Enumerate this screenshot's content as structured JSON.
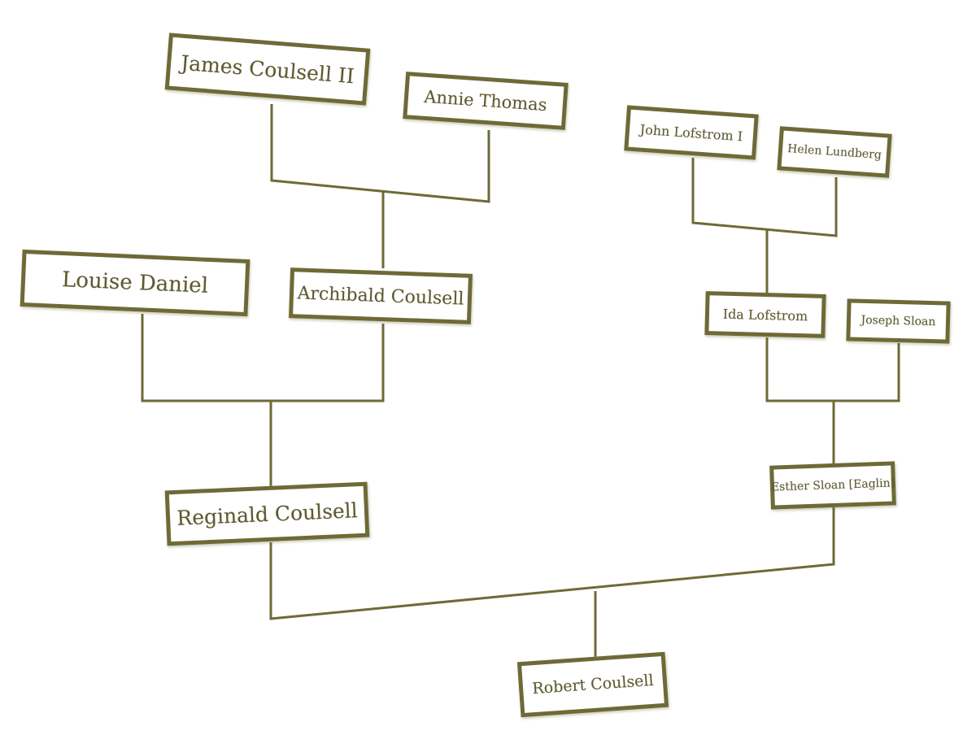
{
  "people": {
    "james_coulsell_ii": "James Coulsell II",
    "annie_thomas": "Annie Thomas",
    "john_lofstrom_i": "John Lofstrom I",
    "helen_lundberg": "Helen Lundberg",
    "louise_daniel": "Louise Daniel",
    "archibald_coulsell": "Archibald Coulsell",
    "ida_lofstrom": "Ida Lofstrom",
    "joseph_sloan": "Joseph Sloan",
    "reginald_coulsell": "Reginald Coulsell",
    "esther_sloan_eaglin": "Esther Sloan [Eaglin]",
    "robert_coulsell": "Robert Coulsell"
  },
  "colors": {
    "box_border": "#6e6a37",
    "text": "#5e5a30",
    "background": "#ffffff"
  }
}
